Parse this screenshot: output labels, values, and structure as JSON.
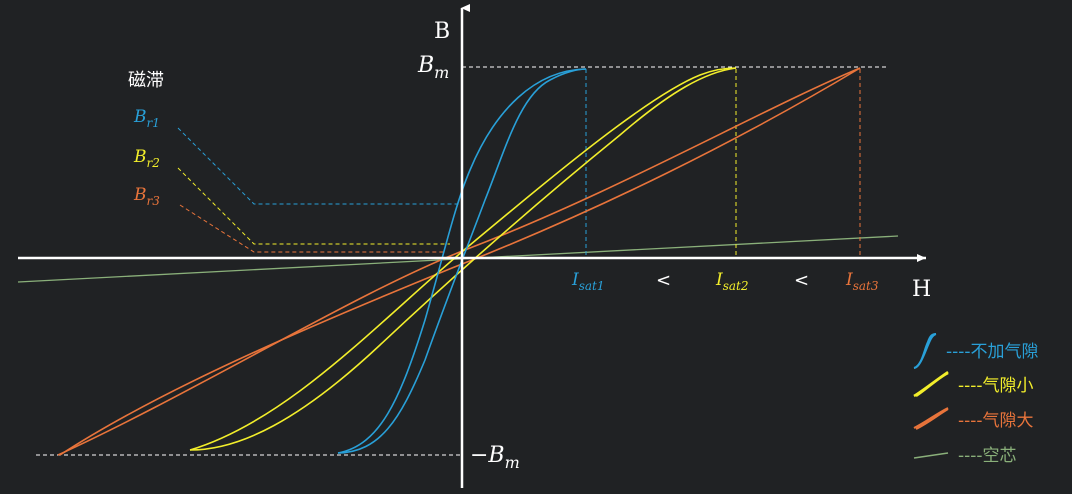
{
  "axes": {
    "x_label": "H",
    "y_label": "B",
    "bm_top": "B",
    "bm_top_sub": "m",
    "bm_bottom_minus": "−B",
    "bm_bottom_sub": "m"
  },
  "remanence": {
    "title": "磁滞",
    "items": [
      {
        "base": "B",
        "sub": "r1",
        "color": "#29a0d8"
      },
      {
        "base": "B",
        "sub": "r2",
        "color": "#f2ee2b"
      },
      {
        "base": "B",
        "sub": "r3",
        "color": "#e8743b"
      }
    ]
  },
  "saturation": {
    "items": [
      {
        "base": "I",
        "sub": "sat1",
        "color": "#29a0d8"
      },
      {
        "base": "I",
        "sub": "sat2",
        "color": "#f2ee2b"
      },
      {
        "base": "I",
        "sub": "sat3",
        "color": "#e8743b"
      }
    ],
    "separators": [
      "<",
      "<"
    ]
  },
  "legend": [
    {
      "dashes": "----",
      "text": "不加气隙",
      "color": "#29a0d8",
      "icon": "s-loop-icon"
    },
    {
      "dashes": "----",
      "text": "气隙小",
      "color": "#f2ee2b",
      "icon": "narrow-loop-icon"
    },
    {
      "dashes": "----",
      "text": "气隙大",
      "color": "#e8743b",
      "icon": "wide-loop-icon"
    },
    {
      "dashes": "----",
      "text": "空芯",
      "color": "#8ab07a",
      "icon": "line-icon"
    }
  ],
  "colors": {
    "background": "#202224",
    "axis": "#ffffff",
    "no_gap": "#29a0d8",
    "small_gap": "#f2ee2b",
    "large_gap": "#e8743b",
    "air_core": "#8ab07a"
  }
}
